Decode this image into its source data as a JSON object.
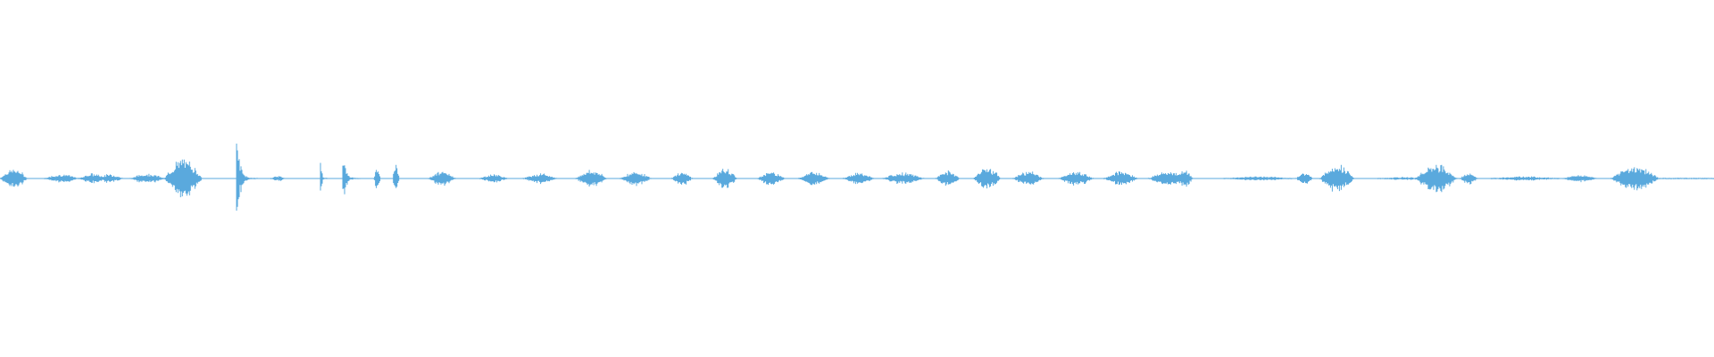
{
  "waveform": {
    "color": "#5aa9dd",
    "background": "#ffffff",
    "clips": [
      {
        "t": 0.0,
        "w": 0.016,
        "a": 0.07
      },
      {
        "t": 0.026,
        "w": 0.02,
        "a": 0.03
      },
      {
        "t": 0.046,
        "w": 0.016,
        "a": 0.035
      },
      {
        "t": 0.056,
        "w": 0.016,
        "a": 0.03
      },
      {
        "t": 0.076,
        "w": 0.02,
        "a": 0.035
      },
      {
        "t": 0.096,
        "w": 0.022,
        "a": 0.14
      },
      {
        "t": 0.138,
        "w": 0.012,
        "a": 0.33
      },
      {
        "t": 0.158,
        "w": 0.008,
        "a": 0.02
      },
      {
        "t": 0.187,
        "w": 0.004,
        "a": 0.22
      },
      {
        "t": 0.2,
        "w": 0.01,
        "a": 0.22
      },
      {
        "t": 0.218,
        "w": 0.004,
        "a": 0.07
      },
      {
        "t": 0.229,
        "w": 0.004,
        "a": 0.09
      },
      {
        "t": 0.25,
        "w": 0.016,
        "a": 0.05
      },
      {
        "t": 0.28,
        "w": 0.016,
        "a": 0.03
      },
      {
        "t": 0.305,
        "w": 0.02,
        "a": 0.035
      },
      {
        "t": 0.336,
        "w": 0.018,
        "a": 0.06
      },
      {
        "t": 0.362,
        "w": 0.018,
        "a": 0.05
      },
      {
        "t": 0.392,
        "w": 0.012,
        "a": 0.05
      },
      {
        "t": 0.416,
        "w": 0.014,
        "a": 0.07
      },
      {
        "t": 0.442,
        "w": 0.016,
        "a": 0.05
      },
      {
        "t": 0.466,
        "w": 0.018,
        "a": 0.05
      },
      {
        "t": 0.492,
        "w": 0.018,
        "a": 0.04
      },
      {
        "t": 0.515,
        "w": 0.024,
        "a": 0.04
      },
      {
        "t": 0.546,
        "w": 0.014,
        "a": 0.055
      },
      {
        "t": 0.568,
        "w": 0.016,
        "a": 0.08
      },
      {
        "t": 0.591,
        "w": 0.018,
        "a": 0.05
      },
      {
        "t": 0.618,
        "w": 0.02,
        "a": 0.05
      },
      {
        "t": 0.644,
        "w": 0.02,
        "a": 0.05
      },
      {
        "t": 0.67,
        "w": 0.024,
        "a": 0.05
      },
      {
        "t": 0.686,
        "w": 0.01,
        "a": 0.06
      },
      {
        "t": 0.714,
        "w": 0.04,
        "a": 0.015
      },
      {
        "t": 0.756,
        "w": 0.01,
        "a": 0.04
      },
      {
        "t": 0.77,
        "w": 0.02,
        "a": 0.1
      },
      {
        "t": 0.804,
        "w": 0.03,
        "a": 0.01
      },
      {
        "t": 0.826,
        "w": 0.024,
        "a": 0.1
      },
      {
        "t": 0.852,
        "w": 0.01,
        "a": 0.04
      },
      {
        "t": 0.87,
        "w": 0.04,
        "a": 0.015
      },
      {
        "t": 0.912,
        "w": 0.02,
        "a": 0.025
      },
      {
        "t": 0.94,
        "w": 0.028,
        "a": 0.09
      },
      {
        "t": 0.968,
        "w": 0.032,
        "a": 0.005
      }
    ]
  }
}
